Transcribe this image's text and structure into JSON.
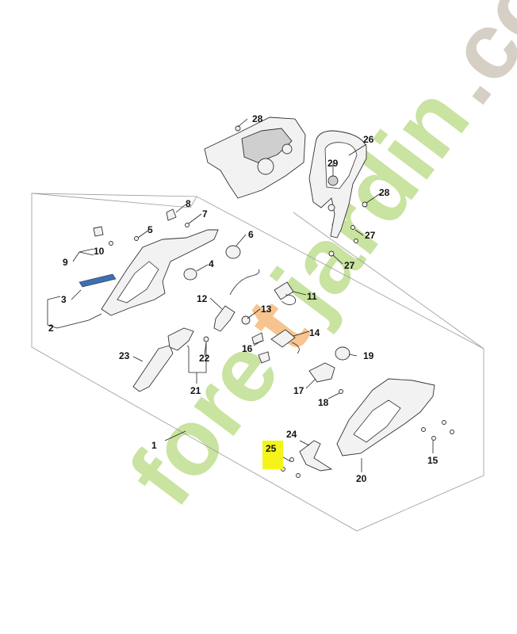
{
  "watermark": {
    "text": "foretjardin.com",
    "colors": {
      "green": "#c9e3a0",
      "orange": "#f7c48f",
      "gray": "#d6cfc6"
    }
  },
  "highlight_color": "#f4f41a",
  "parts": {
    "p1": "1",
    "p2": "2",
    "p3": "3",
    "p4": "4",
    "p5": "5",
    "p6": "6",
    "p7": "7",
    "p8": "8",
    "p9": "9",
    "p10": "10",
    "p11": "11",
    "p12": "12",
    "p13": "13",
    "p14": "14",
    "p15": "15",
    "p16": "16",
    "p17": "17",
    "p18": "18",
    "p19": "19",
    "p20": "20",
    "p21": "21",
    "p22": "22",
    "p23": "23",
    "p24": "24",
    "p25": "25",
    "p26": "26",
    "p27a": "27",
    "p27b": "27",
    "p28a": "28",
    "p28b": "28",
    "p29": "29"
  }
}
